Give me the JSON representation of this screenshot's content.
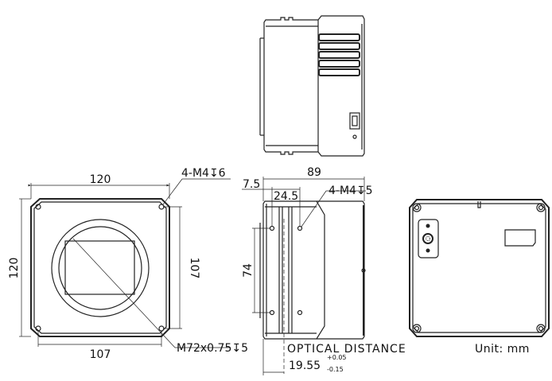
{
  "front_view": {
    "width_label": "120",
    "height_label": "120",
    "hole_spacing_h": "107",
    "hole_spacing_v": "107",
    "hole_callout": "4-M4↧6",
    "mount_callout": "M72x0.75↧5"
  },
  "side_view": {
    "length_label": "89",
    "offset_label": "7.5",
    "hole_spacing_label": "24.5",
    "hole_callout": "4-M4↧5",
    "vertical_label": "74",
    "optical_distance_label": "OPTICAL  DISTANCE",
    "optical_distance_value": "19.55",
    "tolerance_plus": "+0.05",
    "tolerance_minus": "-0.15"
  },
  "unit_label": "Unit: mm"
}
